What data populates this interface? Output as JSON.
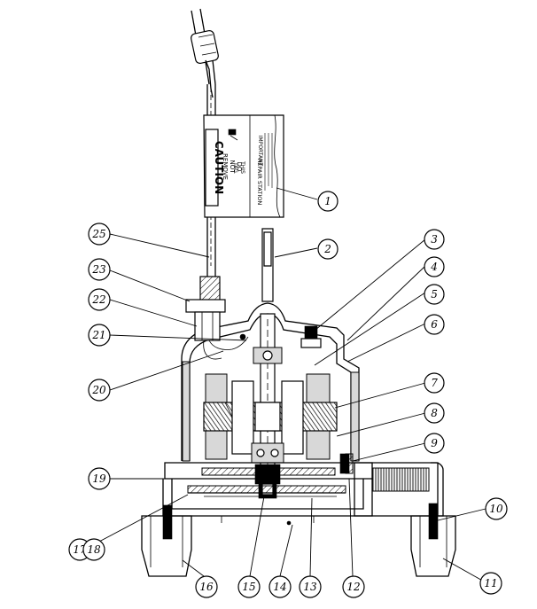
{
  "tag": {
    "caution": "CAUTION",
    "warning_lines": [
      "DO",
      "NOT",
      "REMOVE",
      "THIS",
      "TAG"
    ],
    "important": "IMPORTANT",
    "repair_station": "REPAIR STATION"
  },
  "callouts": [
    "1",
    "2",
    "3",
    "4",
    "5",
    "6",
    "7",
    "8",
    "9",
    "10",
    "11",
    "12",
    "13",
    "14",
    "15",
    "16",
    "17",
    "18",
    "19",
    "20",
    "21",
    "22",
    "23",
    "25"
  ],
  "colors": {
    "ink": "#000000",
    "paper": "#ffffff"
  }
}
